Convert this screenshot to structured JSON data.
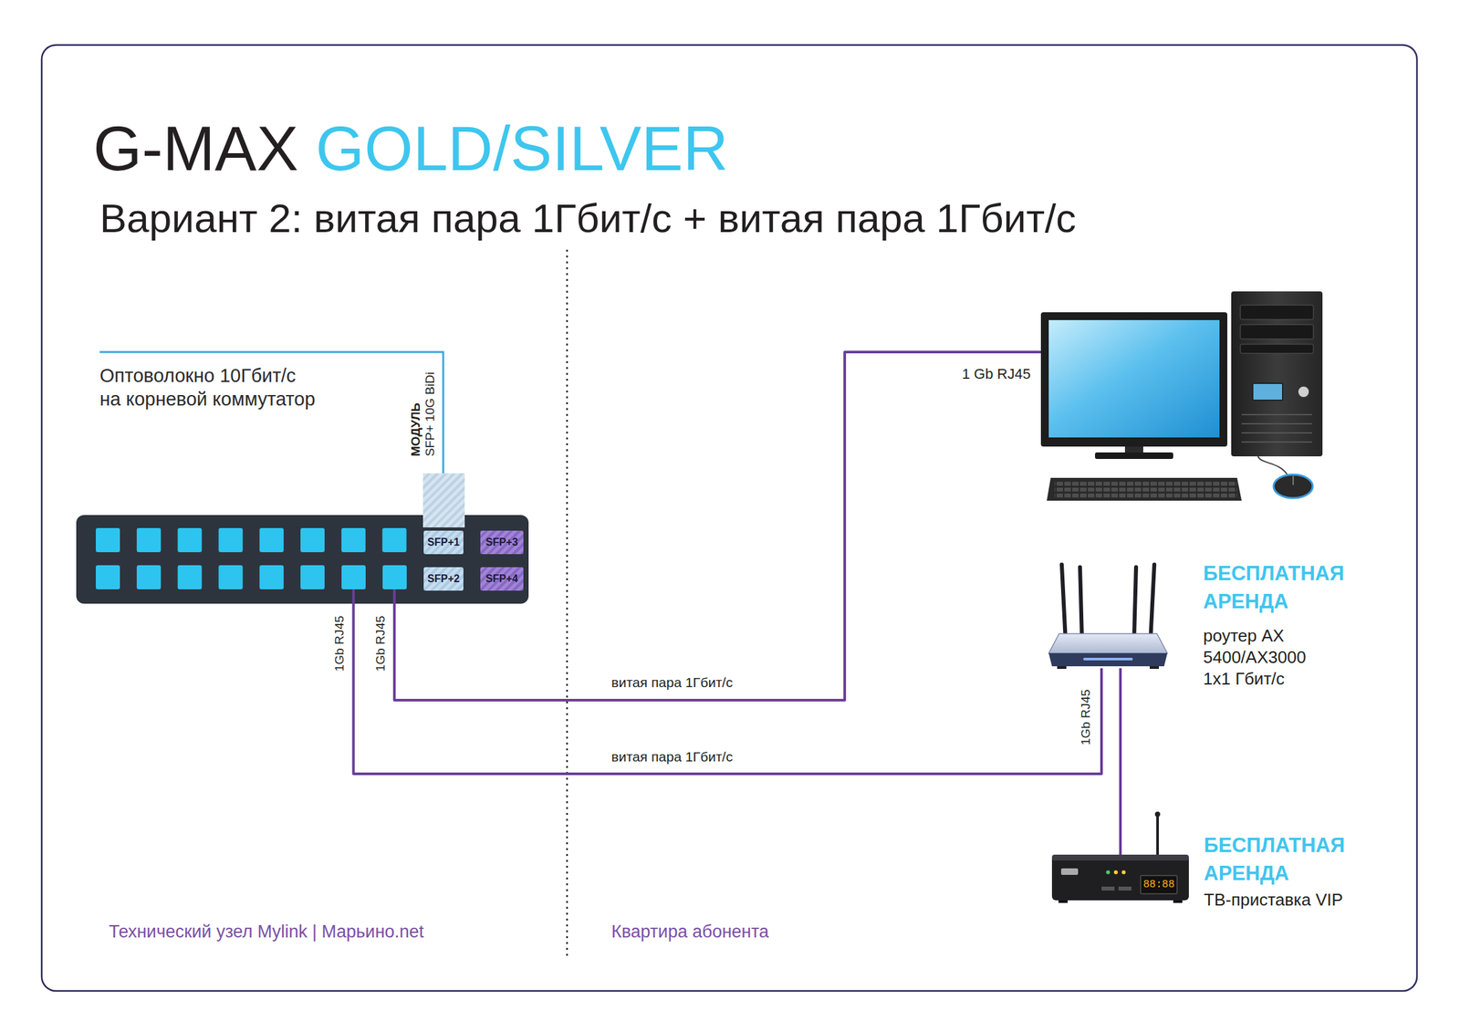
{
  "diagram": {
    "title": "G-MAX GOLD/SILVER",
    "nodes": [
      {
        "text": [
          "МОДУЛЬ",
          "SFP+ 10G BiDi"
        ]
      },
      {
        "text": [
          "SFP+1"
        ]
      },
      {
        "text": [
          "SFP+2"
        ]
      },
      {
        "text": [
          "SFP+3"
        ]
      },
      {
        "text": [
          "SFP+4"
        ]
      },
      {
        "text": [
          "1Gb RJ45"
        ]
      },
      {
        "text": [
          "1Gb RJ45"
        ]
      },
      {
        "text": [
          "1 Gb RJ45"
        ]
      },
      {
        "text": [
          "БЕСПЛАТНАЯ АРЕНДА",
          "роутер AX 5400/AX3000 1x1 Гбит/с"
        ]
      },
      {
        "text": [
          "БЕСПЛАТНАЯ АРЕНДА",
          "ТВ-приставка VIP"
        ]
      }
    ],
    "edges": [
      {
        "from": 6,
        "to": 7,
        "arrow": "none",
        "label": "витая пара 1Гбит/с"
      },
      {
        "from": 5,
        "to": 8,
        "arrow": "none",
        "label": "витая пара 1Гбит/с"
      },
      {
        "from": 8,
        "to": 9,
        "arrow": "none"
      }
    ],
    "labels": [
      "Вариант 2: витая пара 1Гбит/с + витая пара 1Гбит/с",
      "Оптоволокно 10Гбит/с на корневой коммутатор",
      "1Gb RJ45",
      "88:88",
      "Технический узел Mylink | Марьино.net",
      "Квартира абонента"
    ]
  }
}
